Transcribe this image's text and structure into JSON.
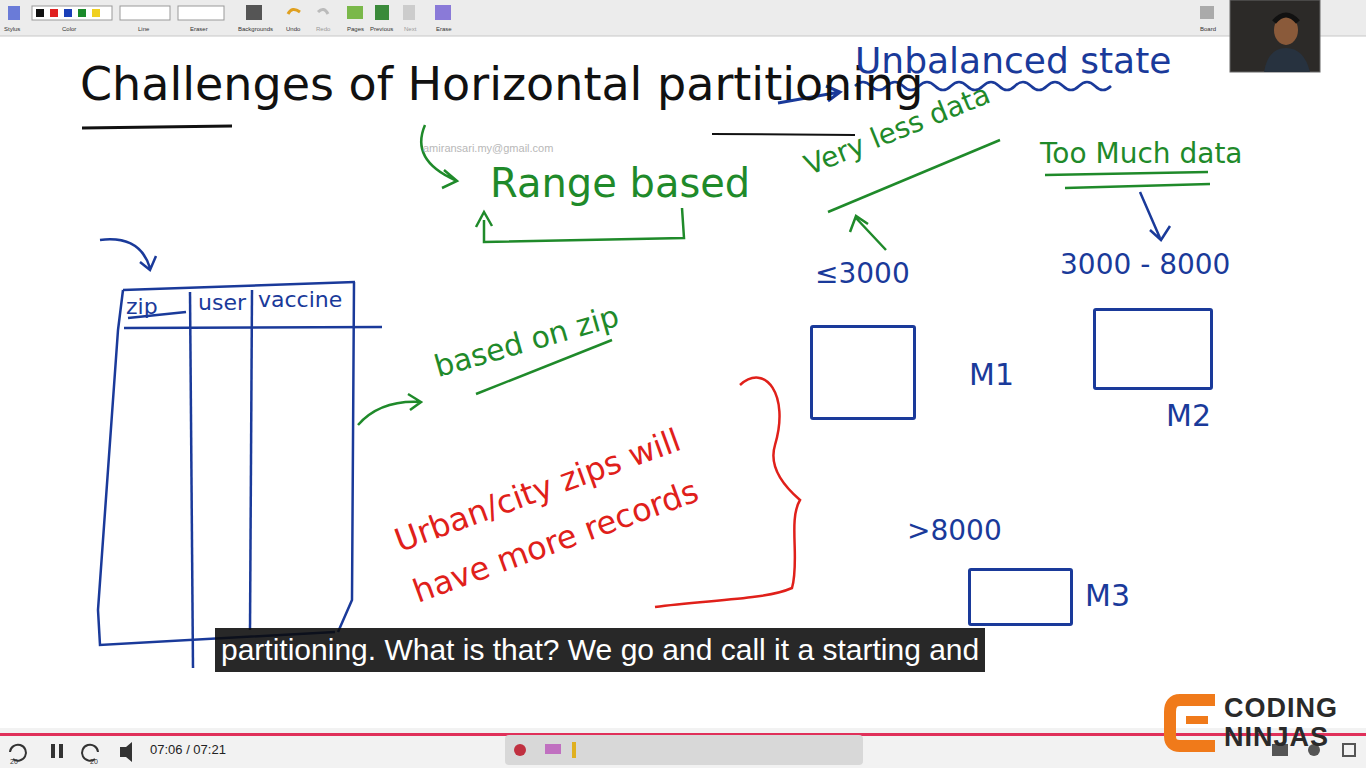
{
  "diagram": {
    "title": "Challenges of Horizontal partitioning",
    "caption": "partitioning. What is that? We go and call it a starting and",
    "nodes": [
      {
        "text": [
          "≤3000",
          "M1"
        ]
      },
      {
        "text": [
          "3000 - 8000",
          "M2"
        ]
      },
      {
        "text": [
          ">8000",
          "M3"
        ]
      }
    ],
    "labels": [
      "Stylus",
      "Color",
      "Line",
      "Eraser",
      "Backgrounds",
      "Undo",
      "Redo",
      "Pages",
      "Previous",
      "Next",
      "Erase",
      "Board",
      "Unbalanced state",
      "Range based",
      "amiransari.my@gmail.com",
      "Very less data",
      "Too Much data",
      "zip",
      "user",
      "vaccine",
      "based on zip",
      "Urban/city zips will have more records",
      "20",
      "20",
      "07:06 / 07:21",
      "CODING",
      "NINJAS"
    ]
  }
}
